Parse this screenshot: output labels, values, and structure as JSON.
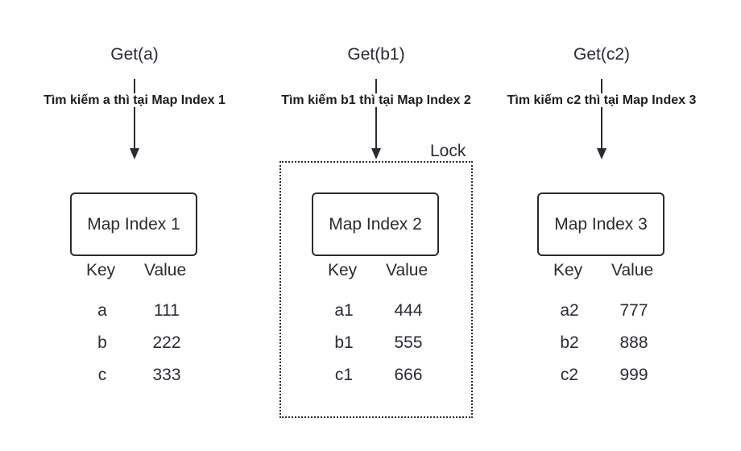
{
  "lock_label": "Lock",
  "headers": {
    "key": "Key",
    "value": "Value"
  },
  "columns": [
    {
      "get": "Get(a)",
      "search": "Tìm kiếm a thì tại Map Index 1",
      "map": "Map Index 1",
      "rows": [
        {
          "key": "a",
          "value": "111"
        },
        {
          "key": "b",
          "value": "222"
        },
        {
          "key": "c",
          "value": "333"
        }
      ]
    },
    {
      "get": "Get(b1)",
      "search": "Tìm kiếm b1 thì tại Map Index 2",
      "map": "Map Index 2",
      "rows": [
        {
          "key": "a1",
          "value": "444"
        },
        {
          "key": "b1",
          "value": "555"
        },
        {
          "key": "c1",
          "value": "666"
        }
      ]
    },
    {
      "get": "Get(c2)",
      "search": "Tìm kiếm c2 thì tại Map Index 3",
      "map": "Map Index 3",
      "rows": [
        {
          "key": "a2",
          "value": "777"
        },
        {
          "key": "b2",
          "value": "888"
        },
        {
          "key": "c2",
          "value": "999"
        }
      ]
    }
  ],
  "colors": {
    "stroke": "#282c33",
    "background": "#ffffff"
  }
}
